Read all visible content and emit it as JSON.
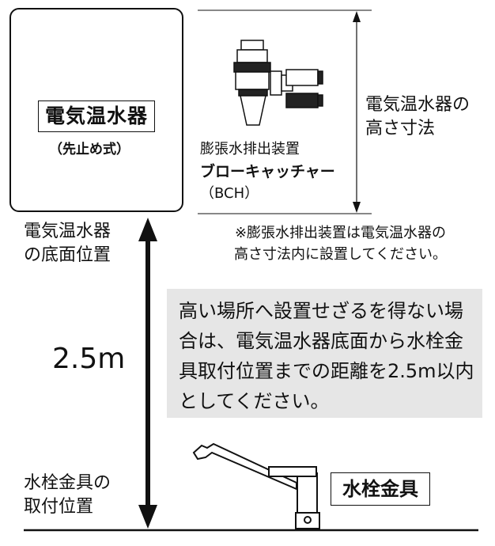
{
  "heater": {
    "title": "電気温水器",
    "subtitle": "（先止め式）"
  },
  "heater_height": {
    "label": "電気温水器の\n高さ寸法"
  },
  "bch": {
    "line1": "膨張水排出装置",
    "line2": "ブローキャッチャー",
    "line3": "（BCH）"
  },
  "note": "※膨張水排出装置は電気温水器の\n高さ寸法内に設置してください。",
  "heater_bottom_label": "電気温水器\nの底面位置",
  "distance": "2.5m",
  "instruction": "高い場所へ設置せざるを得ない場合は、電気温水器底面から水栓金具取付位置までの距離を2.5m以内としてください。",
  "faucet_position_label": "水栓金具の\n取付位置",
  "faucet_label": "水栓金具",
  "colors": {
    "line": "#111111",
    "highlight_box": "#e6e6e6"
  }
}
